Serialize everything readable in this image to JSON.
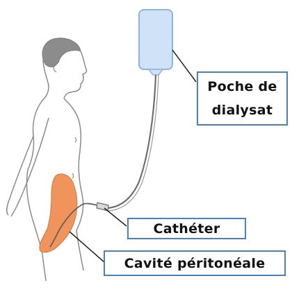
{
  "labels": {
    "poche_line1": "Poche de",
    "poche_line2": "dialysat",
    "catheter": "Cathéter",
    "cavite": "Cavité péritonéale"
  },
  "colors": {
    "label_border": "#4a7fc1",
    "bag_fill": "#cfe2f7",
    "bag_stroke": "#8fb3d9",
    "cavity_fill": "#f0945c",
    "hair": "#8c8c8c",
    "body_outline": "#8a8a8a"
  }
}
